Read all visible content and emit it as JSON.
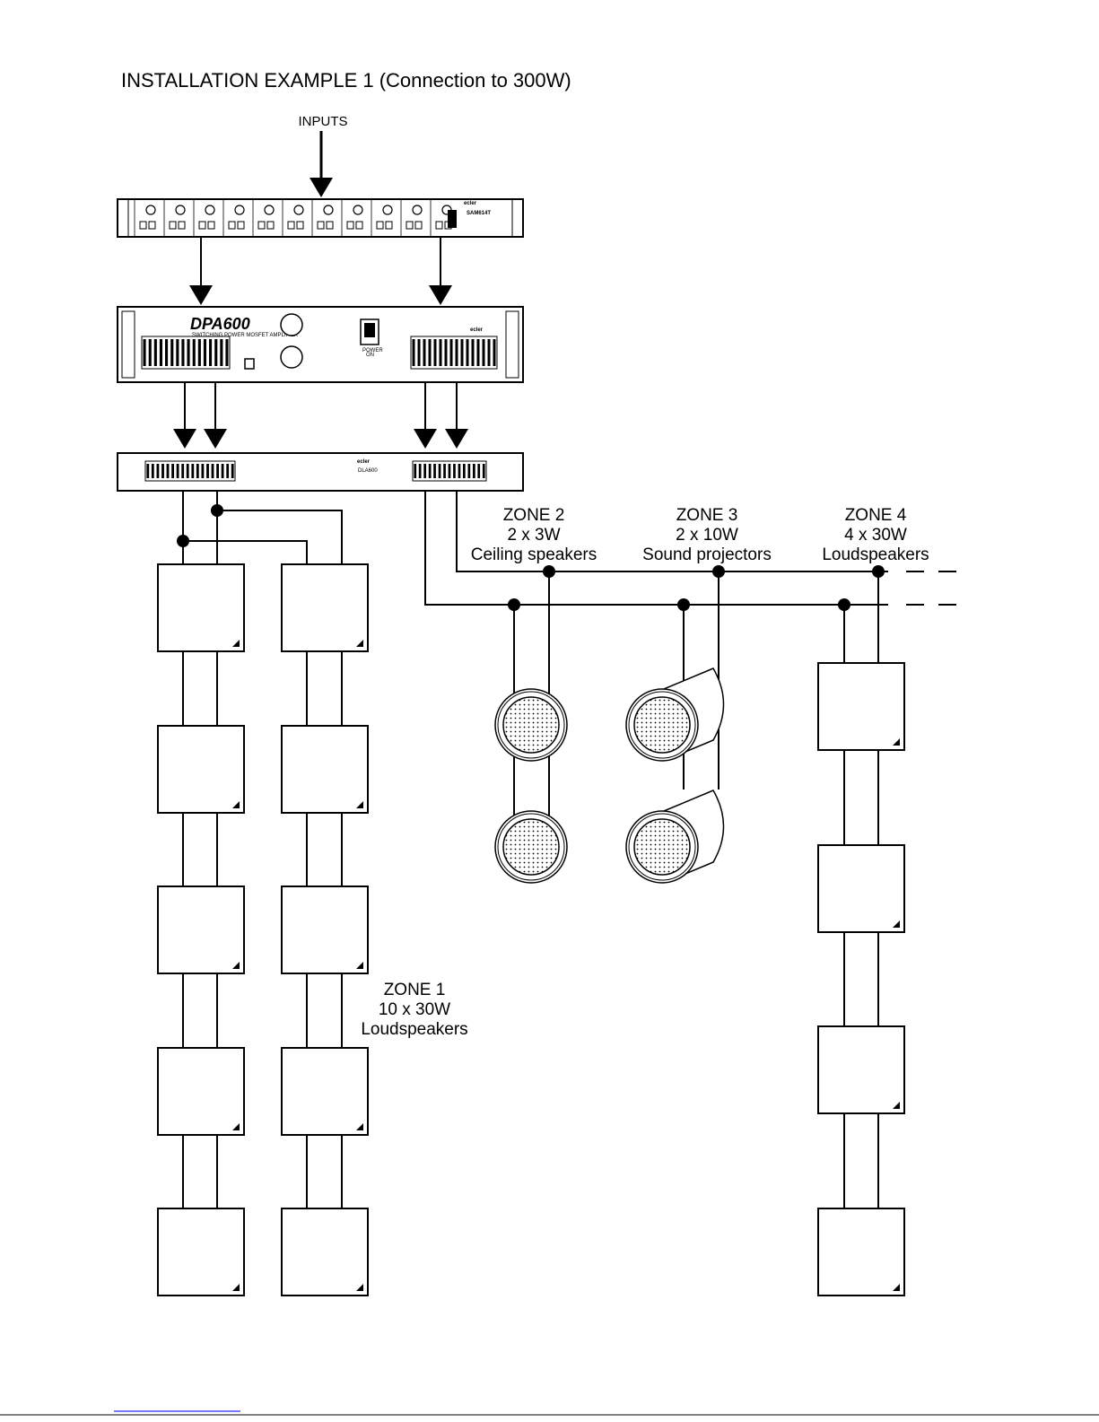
{
  "title": "INSTALLATION EXAMPLE 1 (Connection to 300W)",
  "inputs_label": "INPUTS",
  "devices": {
    "mixer": {
      "brand": "ecler",
      "model": "SAM614T",
      "type": "mixer"
    },
    "amplifier": {
      "model": "DPA600",
      "subtitle": "SWITCHING POWER MOSFET AMPLIFIER",
      "brand": "ecler",
      "power_label": "POWER",
      "power_state": "ON"
    },
    "transformer": {
      "brand": "ecler",
      "model": "DLA600"
    }
  },
  "zones": [
    {
      "name": "ZONE 1",
      "spec": "10 x 30W",
      "type": "Loudspeakers",
      "count": 10,
      "device": "loudspeaker"
    },
    {
      "name": "ZONE 2",
      "spec": "2 x 3W",
      "type": "Ceiling speakers",
      "count": 2,
      "device": "ceiling-speaker"
    },
    {
      "name": "ZONE 3",
      "spec": "2 x 10W",
      "type": "Sound projectors",
      "count": 2,
      "device": "sound-projector"
    },
    {
      "name": "ZONE 4",
      "spec": "4 x 30W",
      "type": "Loudspeakers",
      "count": 4,
      "device": "loudspeaker"
    }
  ]
}
